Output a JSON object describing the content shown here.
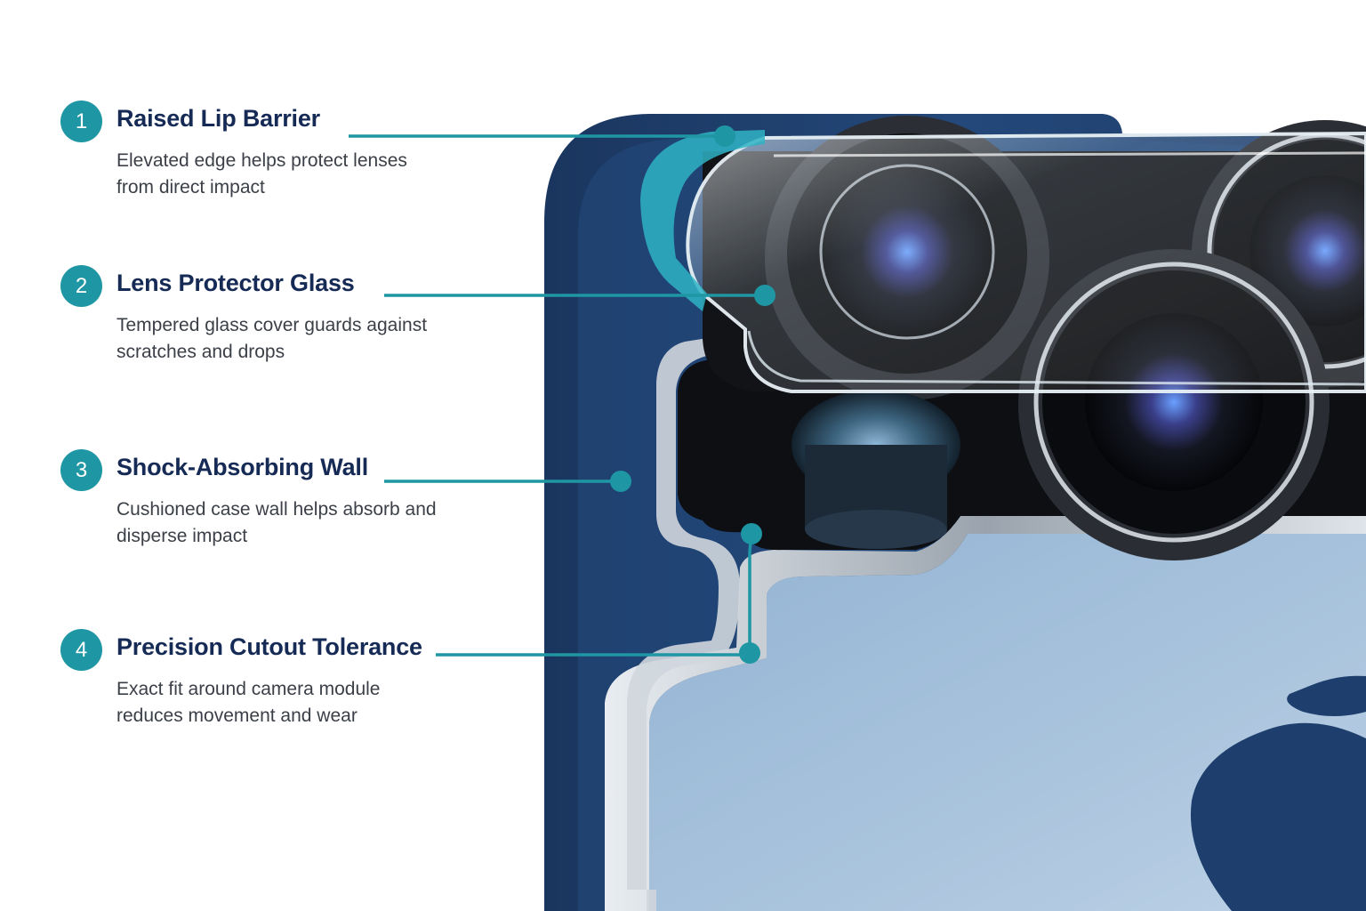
{
  "colors": {
    "accent": "#1f96a3",
    "title": "#152a55",
    "body_text": "#3b3f47",
    "case_navy": "#1d3c6b",
    "phone_back": "#a9c3dc"
  },
  "callouts": [
    {
      "number": "1",
      "title": "Raised Lip Barrier",
      "description": "Elevated edge helps protect lenses from direct impact"
    },
    {
      "number": "2",
      "title": "Lens Protector Glass",
      "description": "Tempered glass cover guards against scratches and drops"
    },
    {
      "number": "3",
      "title": "Shock-Absorbing Wall",
      "description": "Cushioned case wall helps absorb and disperse impact"
    },
    {
      "number": "4",
      "title": "Precision Cutout Tolerance",
      "description": "Exact fit around camera module reduces movement and wear"
    }
  ]
}
